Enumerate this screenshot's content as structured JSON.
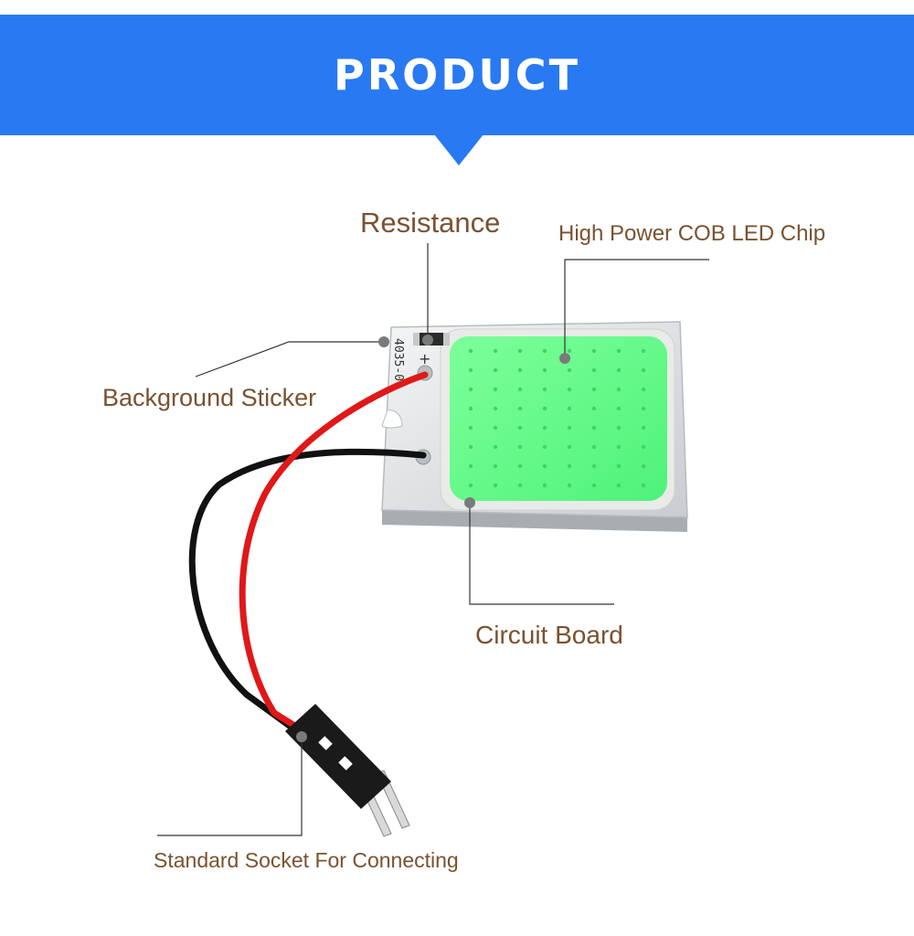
{
  "header": {
    "title": "PRODUCT"
  },
  "callouts": {
    "resistance": "Resistance",
    "chip": "High Power COB LED Chip",
    "sticker": "Background Sticker",
    "board": "Circuit Board",
    "socket": "Standard Socket For Connecting"
  },
  "board_marking": "4035-0",
  "polarity": "+",
  "colors": {
    "banner": "#2979f2",
    "callout_text": "#7a5230",
    "led_chip": "#66ff8c",
    "red_wire": "#e01818",
    "black_wire": "#111111"
  }
}
